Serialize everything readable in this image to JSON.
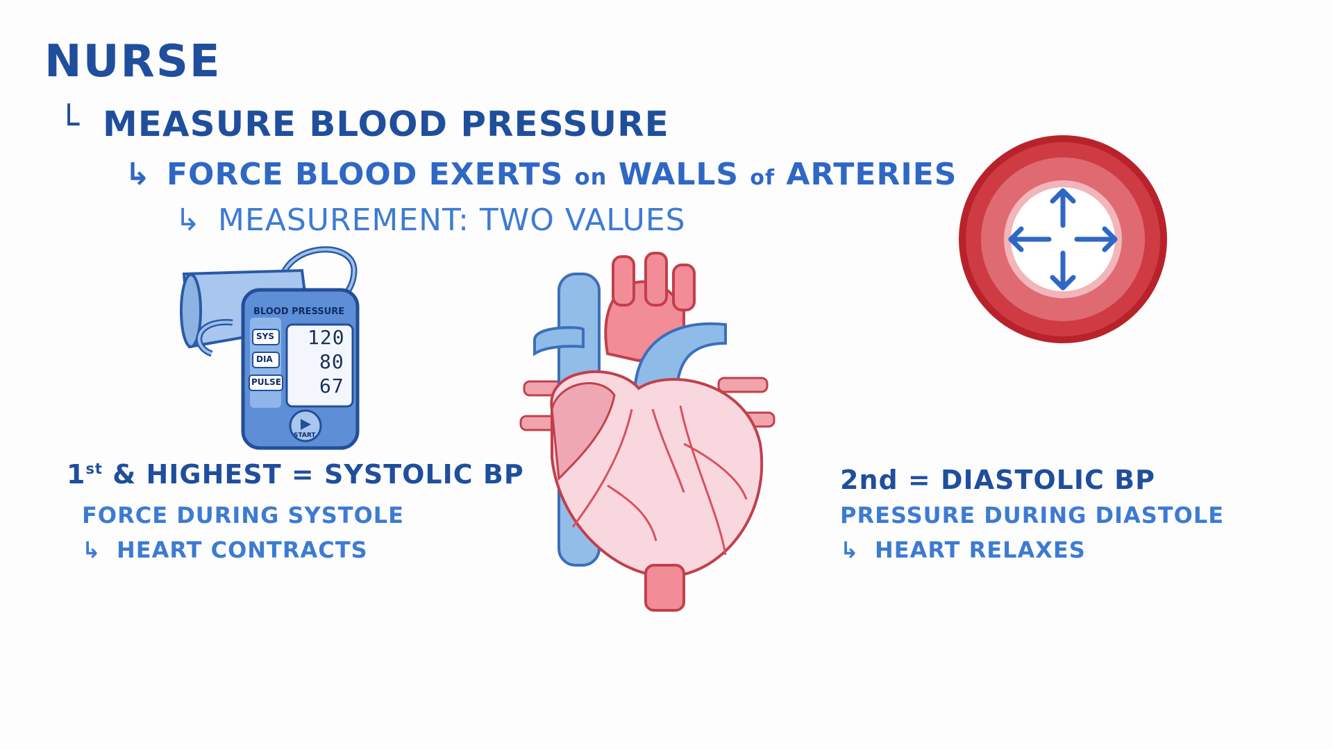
{
  "title": "NURSE",
  "line1": {
    "arrow": "└",
    "text": "MEASURE BLOOD PRESSURE"
  },
  "line2": {
    "arrow": "↳",
    "text_a": "FORCE BLOOD EXERTS ",
    "on": "on",
    "text_b": " WALLS ",
    "of": "of",
    "text_c": " ARTERIES"
  },
  "line3": {
    "arrow": "↳",
    "text": "MEASUREMENT: TWO VALUES"
  },
  "monitor": {
    "header": "BLOOD PRESSURE",
    "sys_label": "SYS",
    "sys_value": "120",
    "dia_label": "DIA",
    "dia_value": "80",
    "pulse_label": "PULSE",
    "pulse_value": "67",
    "start_label": "START"
  },
  "systolic": {
    "num": "1",
    "sup": "st",
    "heading_rest": " & HIGHEST = ",
    "heading_bold": "SYSTOLIC BP",
    "line1": "FORCE DURING SYSTOLE",
    "arrow": "↳",
    "line2": "HEART CONTRACTS"
  },
  "diastolic": {
    "heading_rest": "2nd = ",
    "heading_bold": "DIASTOLIC BP",
    "line1": "PRESSURE DURING DIASTOLE",
    "arrow": "↳",
    "line2": "HEART RELAXES"
  },
  "colors": {
    "dark_blue": "#1f4e9c",
    "mid_blue": "#2f67c4",
    "artery_red": "#b8232b",
    "heart_pink": "#f5c6cf",
    "vessel_blue": "#7fb3e6"
  }
}
